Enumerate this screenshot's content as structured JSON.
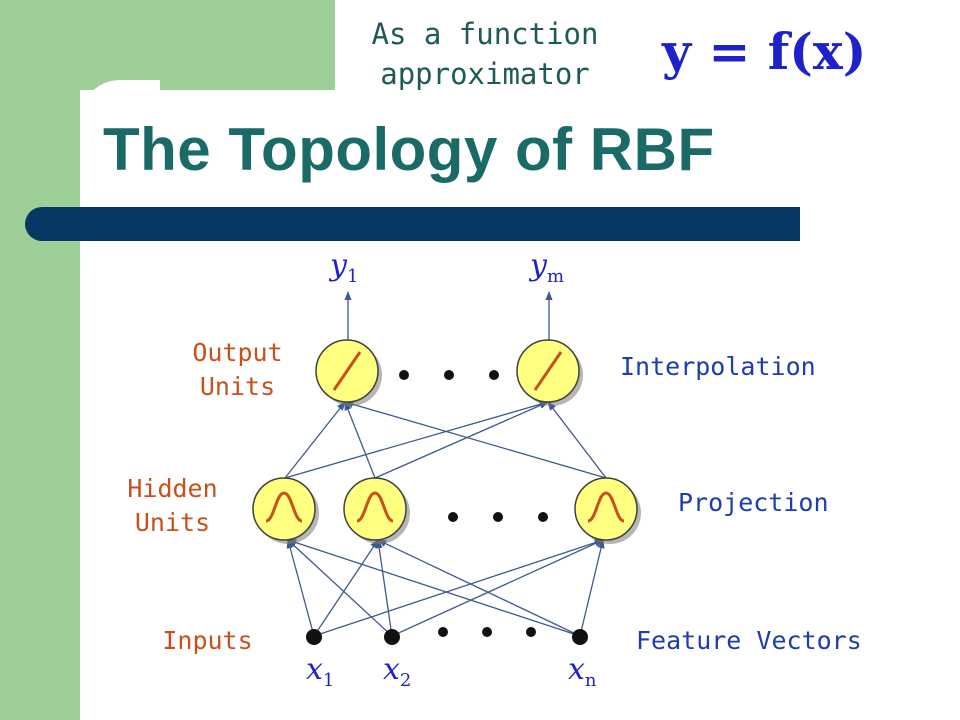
{
  "header": {
    "subtitle_line1": "As a function",
    "subtitle_line2": "approximator",
    "formula": "y = f(x)",
    "title": "The Topology of RBF"
  },
  "layers": {
    "output": {
      "label_line1": "Output",
      "label_line2": "Units",
      "role": "Interpolation",
      "symbol": "linear-icon"
    },
    "hidden": {
      "label_line1": "Hidden",
      "label_line2": "Units",
      "role": "Projection",
      "symbol": "gaussian-bump-icon"
    },
    "input": {
      "label": "Inputs",
      "role": "Feature Vectors"
    }
  },
  "variables": {
    "y1": {
      "base": "y",
      "sub": "1"
    },
    "ym": {
      "base": "y",
      "sub": "m"
    },
    "x1": {
      "base": "x",
      "sub": "1"
    },
    "x2": {
      "base": "x",
      "sub": "2"
    },
    "xn": {
      "base": "x",
      "sub": "n"
    }
  },
  "colors": {
    "background_band": "#9ecf98",
    "title": "#1a6b68",
    "bar": "#073763",
    "layer_labels": "#c8501a",
    "role_labels": "#1e3cb0",
    "math": "#1e22c8",
    "node_fill": "#ffff80",
    "edges": "#3c5a8c"
  }
}
